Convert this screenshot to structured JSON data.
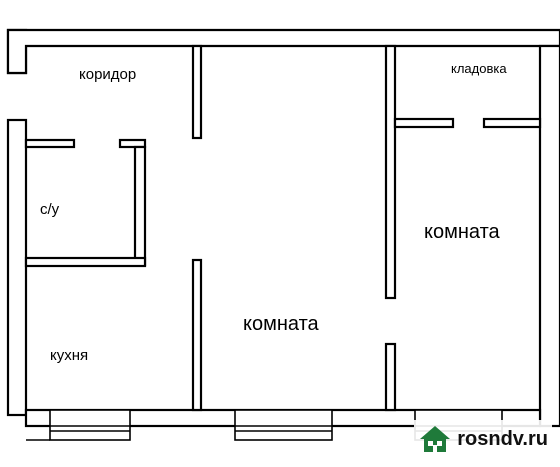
{
  "rooms": {
    "corridor": "коридор",
    "pantry": "кладовка",
    "bathroom": "с/у",
    "kitchen": "кухня",
    "room_right": "комната",
    "room_center": "комната"
  },
  "watermark": {
    "text": "rosndv.ru",
    "icon": "house-icon",
    "brand_color": "#1f7a3a"
  }
}
